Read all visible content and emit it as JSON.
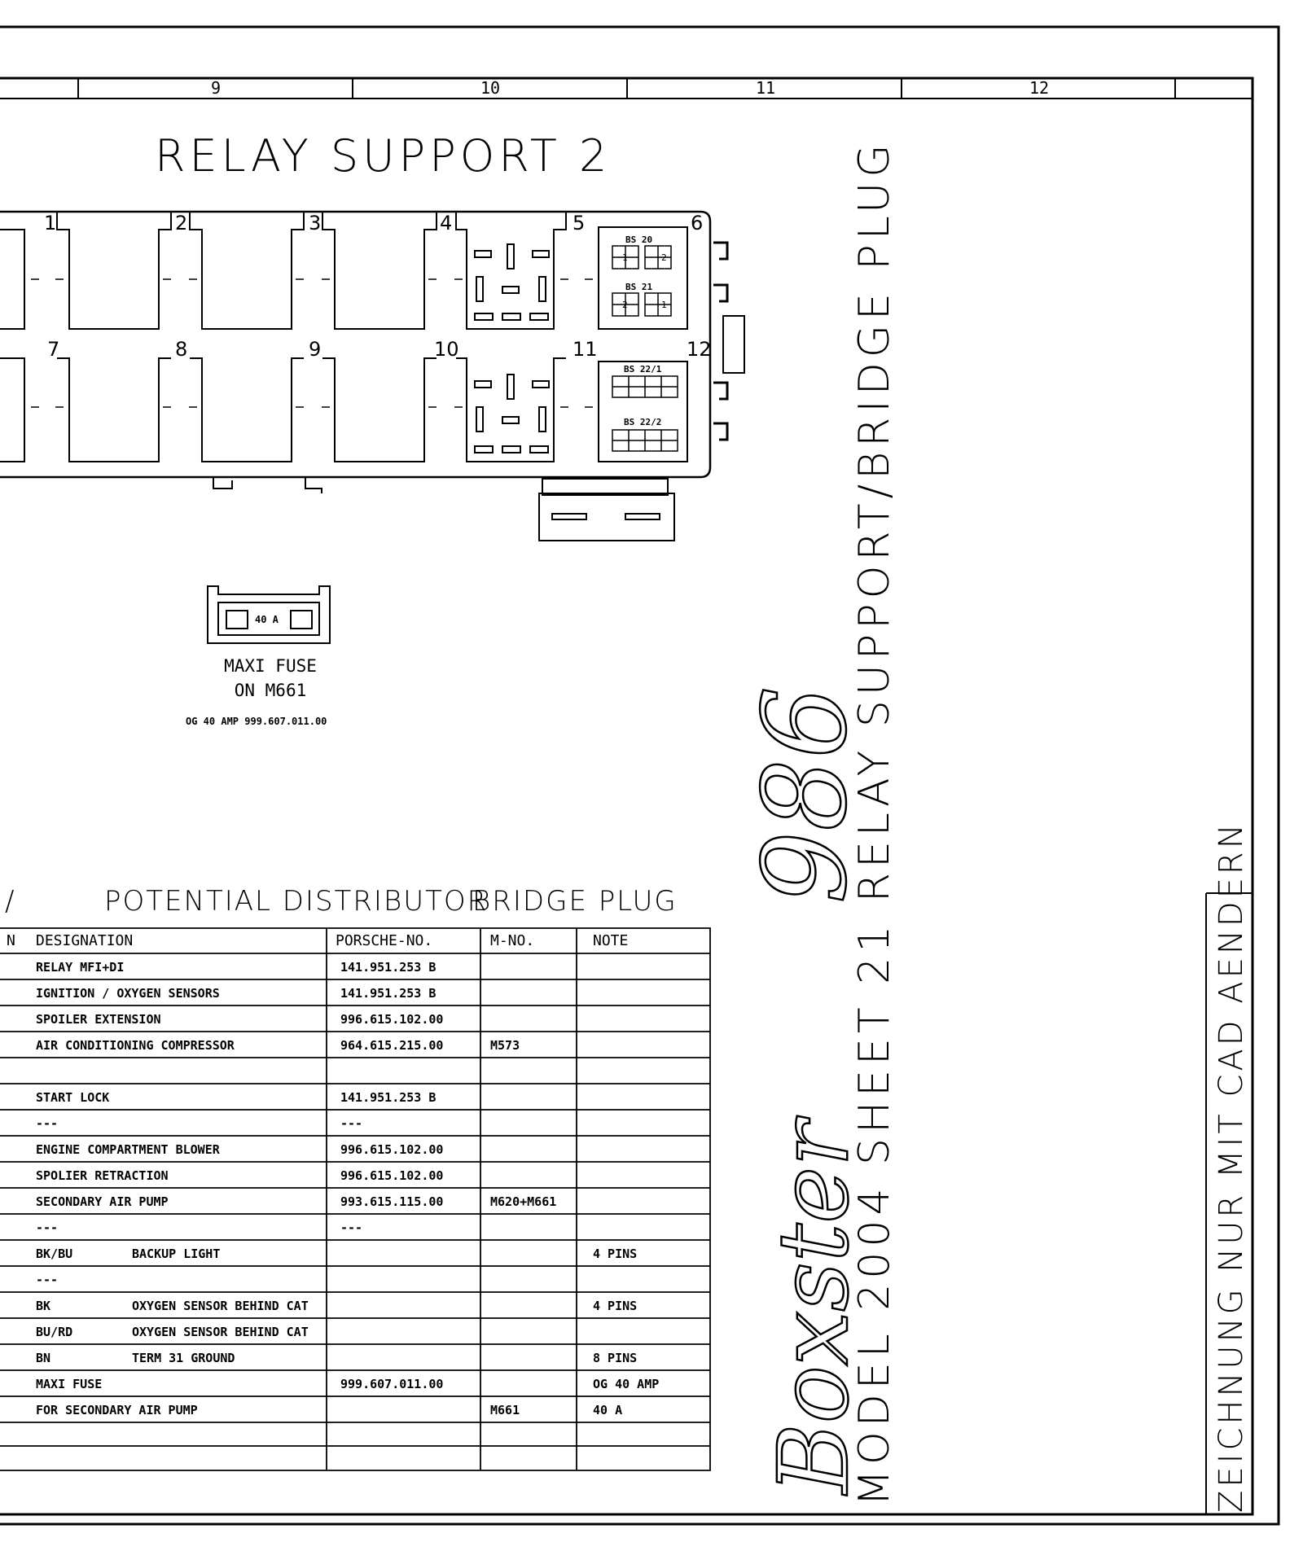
{
  "grid": {
    "columns": [
      "9",
      "10",
      "11",
      "12"
    ]
  },
  "relay_support": {
    "title": "RELAY SUPPORT 2",
    "slots_top": [
      "1",
      "2",
      "3",
      "4",
      "5",
      "6"
    ],
    "slots_bottom": [
      "7",
      "8",
      "9",
      "10",
      "11",
      "12"
    ],
    "bridge_labels": {
      "bs20": "BS 20",
      "bs21": "BS 21",
      "bs22_1": "BS 22/1",
      "bs22_2": "BS 22/2"
    },
    "bridge_pin_numbers": [
      "1",
      "2",
      "2",
      "1"
    ]
  },
  "maxi_fuse": {
    "inner_label": "40 A",
    "caption_line1": "MAXI FUSE",
    "caption_line2": "ON M661",
    "part_info": "OG  40 AMP  999.607.011.00"
  },
  "table": {
    "title_left": "POTENTIAL DISTRIBUTOR",
    "title_right": "BRIDGE PLUG",
    "cut_title_mark": "/",
    "cut_header_mark": "N",
    "headers": {
      "designation": "DESIGNATION",
      "porsche_no": "PORSCHE-NO.",
      "m_no": "M-NO.",
      "note": "NOTE"
    },
    "rows": [
      {
        "a": "RELAY MFI+DI",
        "b": "",
        "porsche": "141.951.253 B",
        "m": "",
        "note": ""
      },
      {
        "a": "IGNITION / OXYGEN SENSORS",
        "b": "",
        "porsche": "141.951.253 B",
        "m": "",
        "note": ""
      },
      {
        "a": "SPOILER EXTENSION",
        "b": "",
        "porsche": "996.615.102.00",
        "m": "",
        "note": ""
      },
      {
        "a": "AIR CONDITIONING COMPRESSOR",
        "b": "",
        "porsche": "964.615.215.00",
        "m": "M573",
        "note": ""
      },
      {
        "a": "",
        "b": "",
        "porsche": "",
        "m": "",
        "note": ""
      },
      {
        "a": "START LOCK",
        "b": "",
        "porsche": "141.951.253 B",
        "m": "",
        "note": ""
      },
      {
        "a": "---",
        "b": "",
        "porsche": "---",
        "m": "",
        "note": ""
      },
      {
        "a": "ENGINE COMPARTMENT BLOWER",
        "b": "",
        "porsche": "996.615.102.00",
        "m": "",
        "note": ""
      },
      {
        "a": "SPOLIER RETRACTION",
        "b": "",
        "porsche": "996.615.102.00",
        "m": "",
        "note": ""
      },
      {
        "a": "SECONDARY AIR PUMP",
        "b": "",
        "porsche": "993.615.115.00",
        "m": "M620+M661",
        "note": ""
      },
      {
        "a": "---",
        "b": "",
        "porsche": "---",
        "m": "",
        "note": ""
      },
      {
        "a": "BK/BU",
        "b": "BACKUP LIGHT",
        "porsche": "",
        "m": "",
        "note": "4 PINS"
      },
      {
        "a": "---",
        "b": "",
        "porsche": "",
        "m": "",
        "note": ""
      },
      {
        "a": "BK",
        "b": "OXYGEN SENSOR BEHIND CAT",
        "porsche": "",
        "m": "",
        "note": "4 PINS"
      },
      {
        "a": "BU/RD",
        "b": "OXYGEN SENSOR BEHIND CAT",
        "porsche": "",
        "m": "",
        "note": ""
      },
      {
        "a": "BN",
        "b": "TERM 31 GROUND",
        "porsche": "",
        "m": "",
        "note": "8 PINS"
      },
      {
        "a": "MAXI FUSE",
        "b": "",
        "porsche": "999.607.011.00",
        "m": "",
        "note": "OG  40 AMP"
      },
      {
        "a": "FOR  SECONDARY AIR PUMP",
        "b": "",
        "porsche": "",
        "m": "M661",
        "note": "40 A"
      },
      {
        "a": "",
        "b": "",
        "porsche": "",
        "m": "",
        "note": ""
      },
      {
        "a": "",
        "b": "",
        "porsche": "",
        "m": "",
        "note": ""
      }
    ]
  },
  "side": {
    "model_title": "MODEL 2004   SHEET 21 RELAY SUPPORT/BRIDGE PLUG",
    "logo_model": "986",
    "logo_name": "Boxster",
    "right_note": "ZEICHNUNG NUR MIT CAD AENDERN"
  }
}
